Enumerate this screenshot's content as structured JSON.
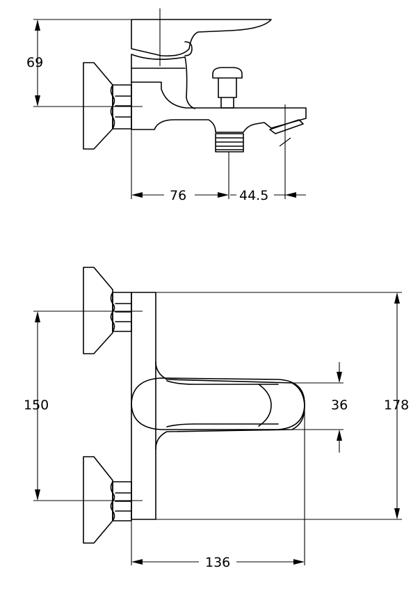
{
  "dimensions": {
    "side_height": "69",
    "side_depth_body": "76",
    "side_depth_spout": "44.5",
    "front_center_distance": "150",
    "front_spout_height": "36",
    "front_total_height": "178",
    "front_total_width": "136"
  }
}
